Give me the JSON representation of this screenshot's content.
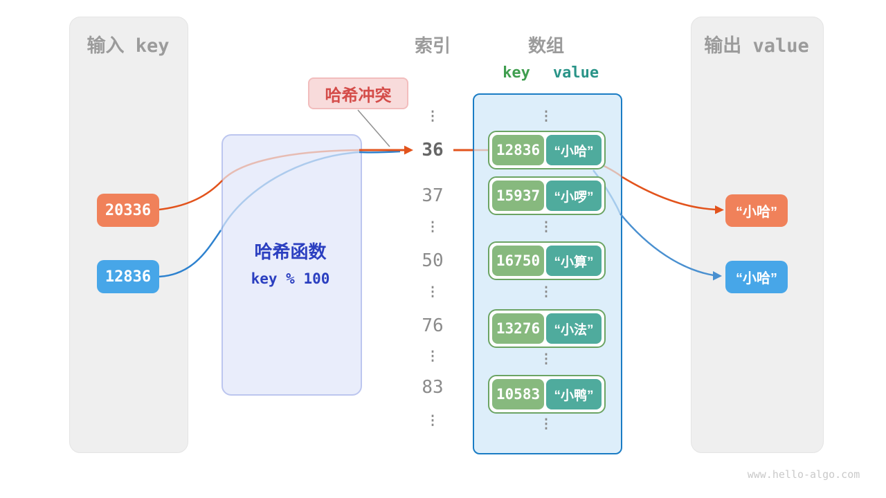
{
  "page": {
    "watermark": "www.hello-algo.com"
  },
  "colors": {
    "arrow_orange": "#e2531c",
    "arrow_blue": "#2e82cf",
    "chip_orange": "#f0815a",
    "chip_blue": "#47a6e8",
    "panel_gray": "#efefef",
    "hash_box_fill": "#e9edfb",
    "hash_text_blue": "#2b3fc0",
    "collision_red": "#d44c49",
    "array_border_blue": "#1a7cc4",
    "array_fill": "#ddeefa",
    "row_border_green": "#6ba463",
    "key_cell_green": "#87b97e",
    "value_cell_teal": "#4fab9d"
  },
  "ellipsis": "⋮",
  "input_panel": {
    "title": "输入 key",
    "keys": [
      {
        "value": "20336",
        "color": "orange"
      },
      {
        "value": "12836",
        "color": "blue"
      }
    ]
  },
  "hash_box": {
    "title": "哈希函数",
    "formula": "key % 100"
  },
  "collision_label": {
    "text": "哈希冲突"
  },
  "index_column": {
    "title": "索引",
    "items": [
      "⋮",
      "36",
      "37",
      "⋮",
      "50",
      "⋮",
      "76",
      "⋮",
      "83",
      "⋮"
    ]
  },
  "array_panel": {
    "title": "数组",
    "key_header": "key",
    "value_header": "value",
    "rows": [
      {
        "key": "12836",
        "value": "“小哈”"
      },
      {
        "key": "15937",
        "value": "“小啰”"
      },
      {
        "key": "16750",
        "value": "“小算”"
      },
      {
        "key": "13276",
        "value": "“小法”"
      },
      {
        "key": "10583",
        "value": "“小鸭”"
      }
    ]
  },
  "output_panel": {
    "title": "输出 value",
    "values": [
      {
        "text": "“小哈”",
        "color": "orange"
      },
      {
        "text": "“小哈”",
        "color": "blue"
      }
    ]
  }
}
